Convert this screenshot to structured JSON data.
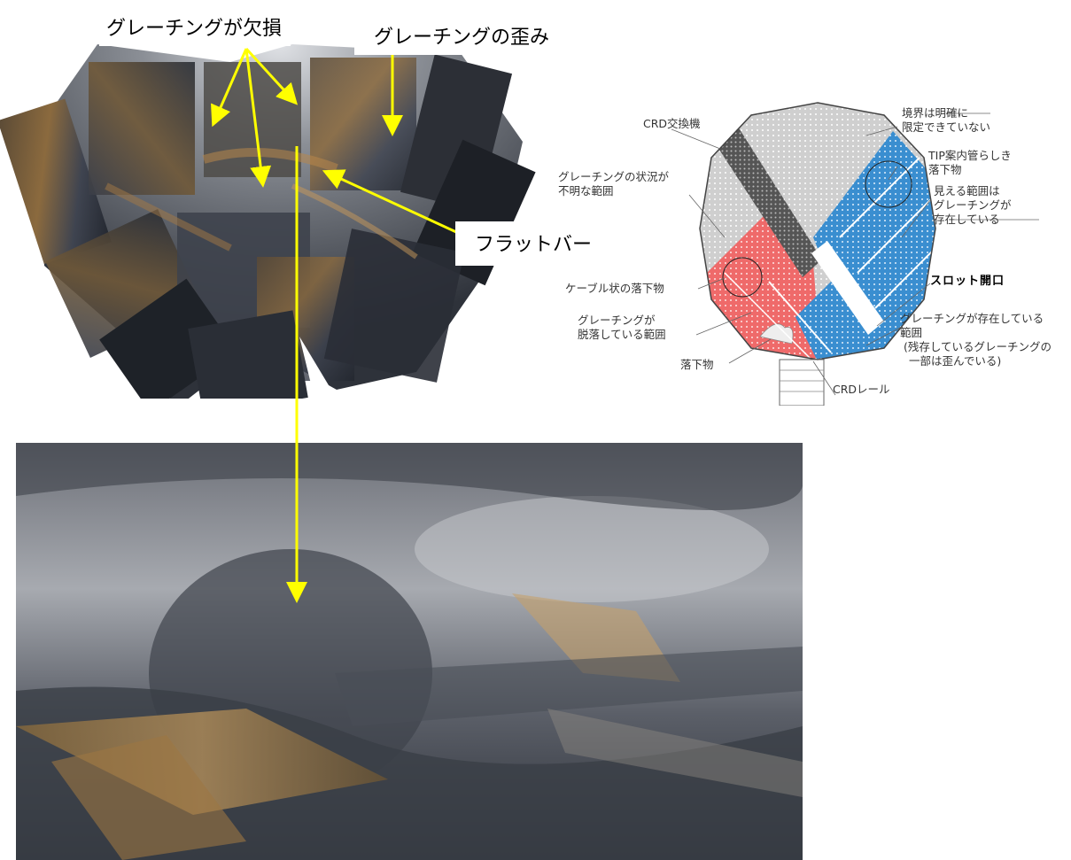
{
  "callouts": {
    "grating_missing": "グレーチングが欠損",
    "grating_distortion": "グレーチングの歪み",
    "flat_bar": "フラットバー"
  },
  "diagram": {
    "crd_exchanger": "CRD交換機",
    "boundary_line1": "境界は明確に",
    "boundary_line2": "限定できていない",
    "tip_line1": "TIP案内管らしき",
    "tip_line2": "落下物",
    "visible_line1": "見える範囲は",
    "visible_line2": "グレーチングが",
    "visible_line3": "存在している",
    "unknown_line1": "グレーチングの状況が",
    "unknown_line2": "不明な範囲",
    "cable_debris": "ケーブル状の落下物",
    "slot_opening": "スロット開口",
    "fallen_line1": "グレーチングが",
    "fallen_line2": "脱落している範囲",
    "exists_line1": "グレーチングが存在している",
    "exists_line2": "範囲",
    "exists_line3": "(残存しているグレーチングの",
    "exists_line4": "一部は歪んでいる)",
    "debris": "落下物",
    "crd_rail": "CRDレール"
  },
  "colors": {
    "arrow": "#ffff00",
    "blue_region": "#3a8ed0",
    "red_region": "#ef6a6a",
    "gray_region": "#c8c8c8",
    "dark_band": "#555555"
  }
}
